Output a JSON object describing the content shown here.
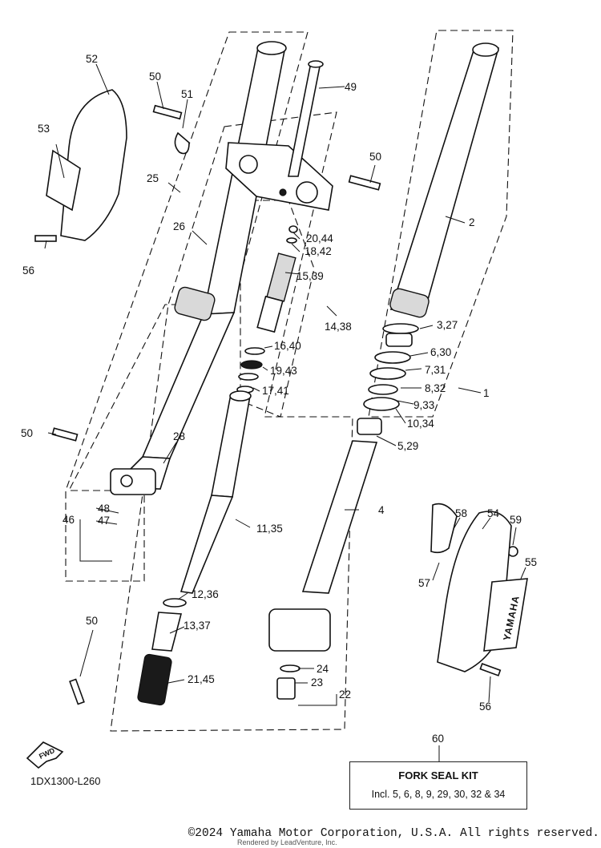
{
  "callouts": [
    "52",
    "50",
    "51",
    "49",
    "53",
    "25",
    "50",
    "2",
    "26",
    "20,44",
    "18,42",
    "56",
    "15,39",
    "14,38",
    "3,27",
    "6,30",
    "16,40",
    "7,31",
    "19,43",
    "8,32",
    "17,41",
    "1",
    "9,33",
    "10,34",
    "50",
    "28",
    "5,29",
    "48",
    "46",
    "47",
    "4",
    "58",
    "54",
    "59",
    "11,35",
    "55",
    "57",
    "12,36",
    "50",
    "13,37",
    "24",
    "23",
    "21,45",
    "22",
    "56",
    "60"
  ],
  "kit_box": {
    "title": "FORK SEAL KIT",
    "includes": "Incl. 5, 6, 8, 9, 29, 30, 32 & 34"
  },
  "diagram_code": "1DX1300-L260",
  "fwd_label": "FWD",
  "brand_label": "YAMAHA",
  "copyright": "©2024 Yamaha Motor Corporation, U.S.A. All rights reserved.",
  "watermark": "Rendered by LeadVenture, Inc."
}
